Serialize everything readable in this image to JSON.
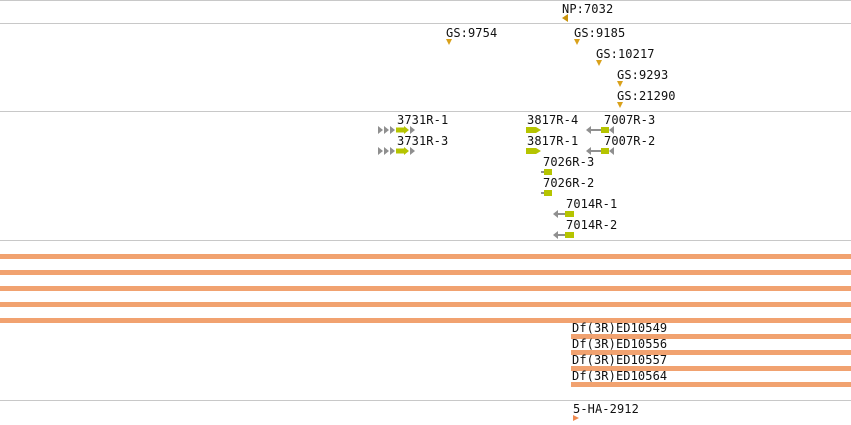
{
  "tracks": {
    "np": {
      "features": [
        {
          "label": "NP:7032"
        }
      ]
    },
    "gs": {
      "features": [
        {
          "label": "GS:9754"
        },
        {
          "label": "GS:9185"
        },
        {
          "label": "GS:10217"
        },
        {
          "label": "GS:9293"
        },
        {
          "label": "GS:21290"
        }
      ]
    },
    "rnai": {
      "features": [
        {
          "label": "3731R-1"
        },
        {
          "label": "3731R-3"
        },
        {
          "label": "3817R-4"
        },
        {
          "label": "3817R-1"
        },
        {
          "label": "7007R-3"
        },
        {
          "label": "7007R-2"
        },
        {
          "label": "7026R-3"
        },
        {
          "label": "7026R-2"
        },
        {
          "label": "7014R-1"
        },
        {
          "label": "7014R-2"
        }
      ]
    },
    "deficiency": {
      "features": [
        {
          "label": "Df(3R)ED10549"
        },
        {
          "label": "Df(3R)ED10556"
        },
        {
          "label": "Df(3R)ED10557"
        },
        {
          "label": "Df(3R)ED10564"
        }
      ]
    },
    "other": {
      "features": [
        {
          "label": "5-HA-2912"
        }
      ]
    }
  },
  "colors": {
    "gs_marker": "#d9a11b",
    "np_marker": "#c8930d",
    "feature_bar": "#f1a270",
    "rnai_core": "#b5c400",
    "rnai_arrow": "#8f8f8f",
    "separator": "#c8c8c8"
  }
}
